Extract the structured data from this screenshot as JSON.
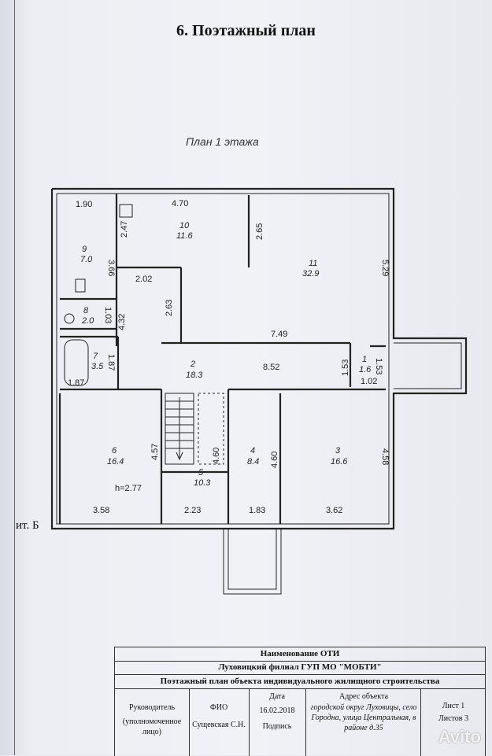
{
  "page": {
    "title": "6. Поэтажный план",
    "subtitle": "План 1 этажа",
    "side_label": "ит. Б"
  },
  "plan": {
    "rooms": [
      {
        "no": "9",
        "area": "7.0"
      },
      {
        "no": "10",
        "area": "11.6"
      },
      {
        "no": "11",
        "area": "32.9"
      },
      {
        "no": "8",
        "area": "2.0"
      },
      {
        "no": "7",
        "area": "3.5"
      },
      {
        "no": "2",
        "area": "18.3"
      },
      {
        "no": "1",
        "area": "1.6"
      },
      {
        "no": "6",
        "area": "16.4"
      },
      {
        "no": "5",
        "area": "10.3"
      },
      {
        "no": "4",
        "area": "8.4"
      },
      {
        "no": "3",
        "area": "16.6"
      }
    ],
    "dimensions": {
      "d1": "1.90",
      "d2": "4.70",
      "d3": "2.47",
      "d4": "3.66",
      "d5": "2.65",
      "d6": "5.29",
      "d7": "2.02",
      "d8": "2.63",
      "d9": "1.03",
      "d10": "4.32",
      "d11": "7.49",
      "d12": "1.87",
      "d13": "1.87",
      "d14": "8.52",
      "d15": "1.53",
      "d16": "1.53",
      "d17": "1.02",
      "d18": "4.57",
      "d19": "4.60",
      "d20": "4.60",
      "d21": "4.58",
      "d22": "3.58",
      "d23": "2.23",
      "d24": "1.83",
      "d25": "3.62"
    },
    "ceiling_height": "h=2.77"
  },
  "stamp": {
    "row1": "Наименование ОТИ",
    "row2": "Луховицкий филиал ГУП МО \"МОБТИ\"",
    "row3": "Поэтажный план объекта индивидуального жилищного строительства",
    "head_label": "Руководитель",
    "head_sub": "(уполномоченное лицо)",
    "fio_label": "ФИО",
    "fio_value": "Сущевская С.Н.",
    "date_label": "Дата",
    "date_value": "16.02.2018",
    "sign_label": "Подпись",
    "address_label": "Адрес объекта",
    "address_value": "городской округ Луховицы, село Городна, улица Центральная, в районе д.35",
    "sheet_label": "Лист 1",
    "sheets_label": "Листов 3"
  },
  "watermark": "Avito"
}
